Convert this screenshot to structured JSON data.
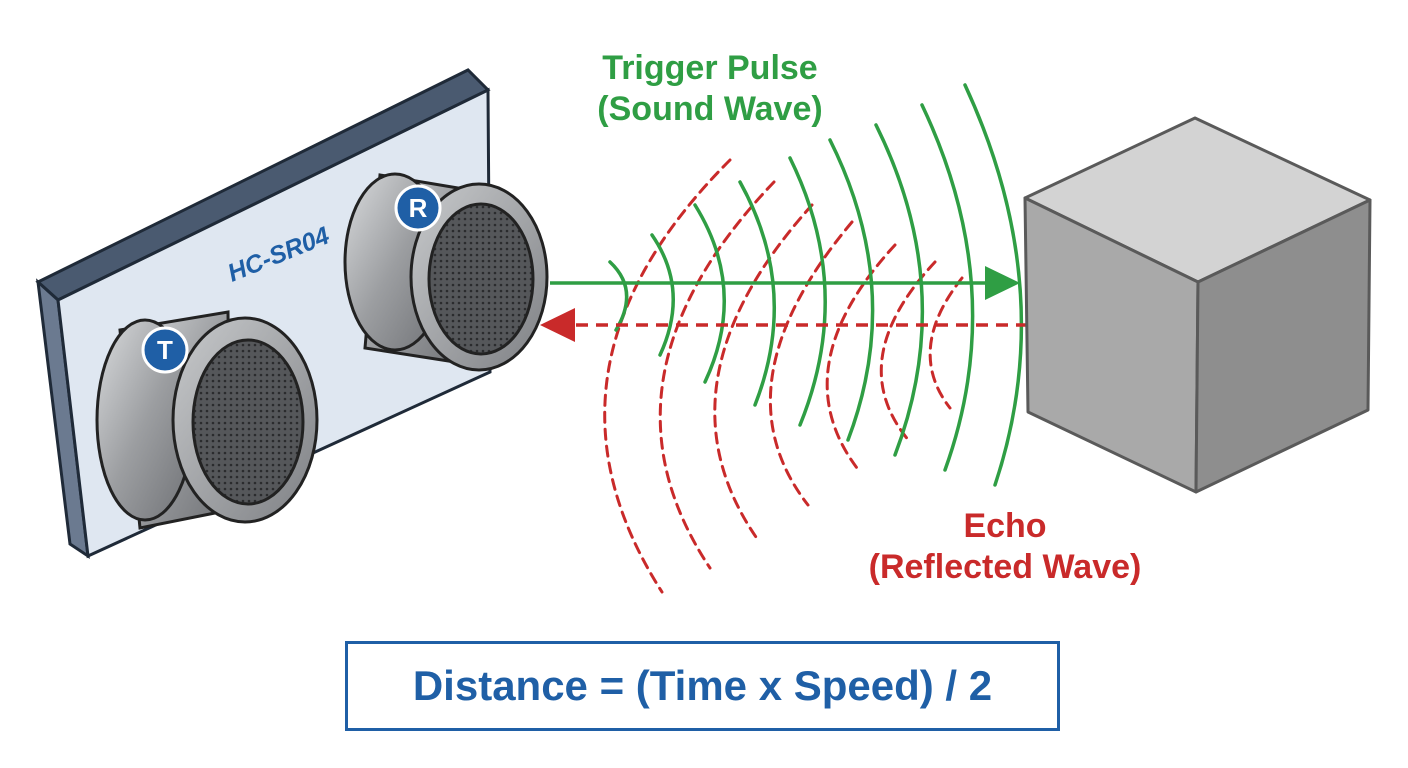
{
  "sensor": {
    "model_label": "HC-SR04",
    "transmitter_badge": "T",
    "receiver_badge": "R"
  },
  "trigger": {
    "line1": "Trigger Pulse",
    "line2": "(Sound Wave)"
  },
  "echo": {
    "line1": "Echo",
    "line2": "(Reflected Wave)"
  },
  "formula": "Distance = (Time x Speed) / 2",
  "colors": {
    "trigger_green": "#2f9e44",
    "echo_red": "#c92a2a",
    "badge_blue": "#1f5fa6",
    "formula_blue": "#1f5fa6",
    "cube_gray": "#a9a9a9",
    "board_face": "#dfe7f1"
  }
}
